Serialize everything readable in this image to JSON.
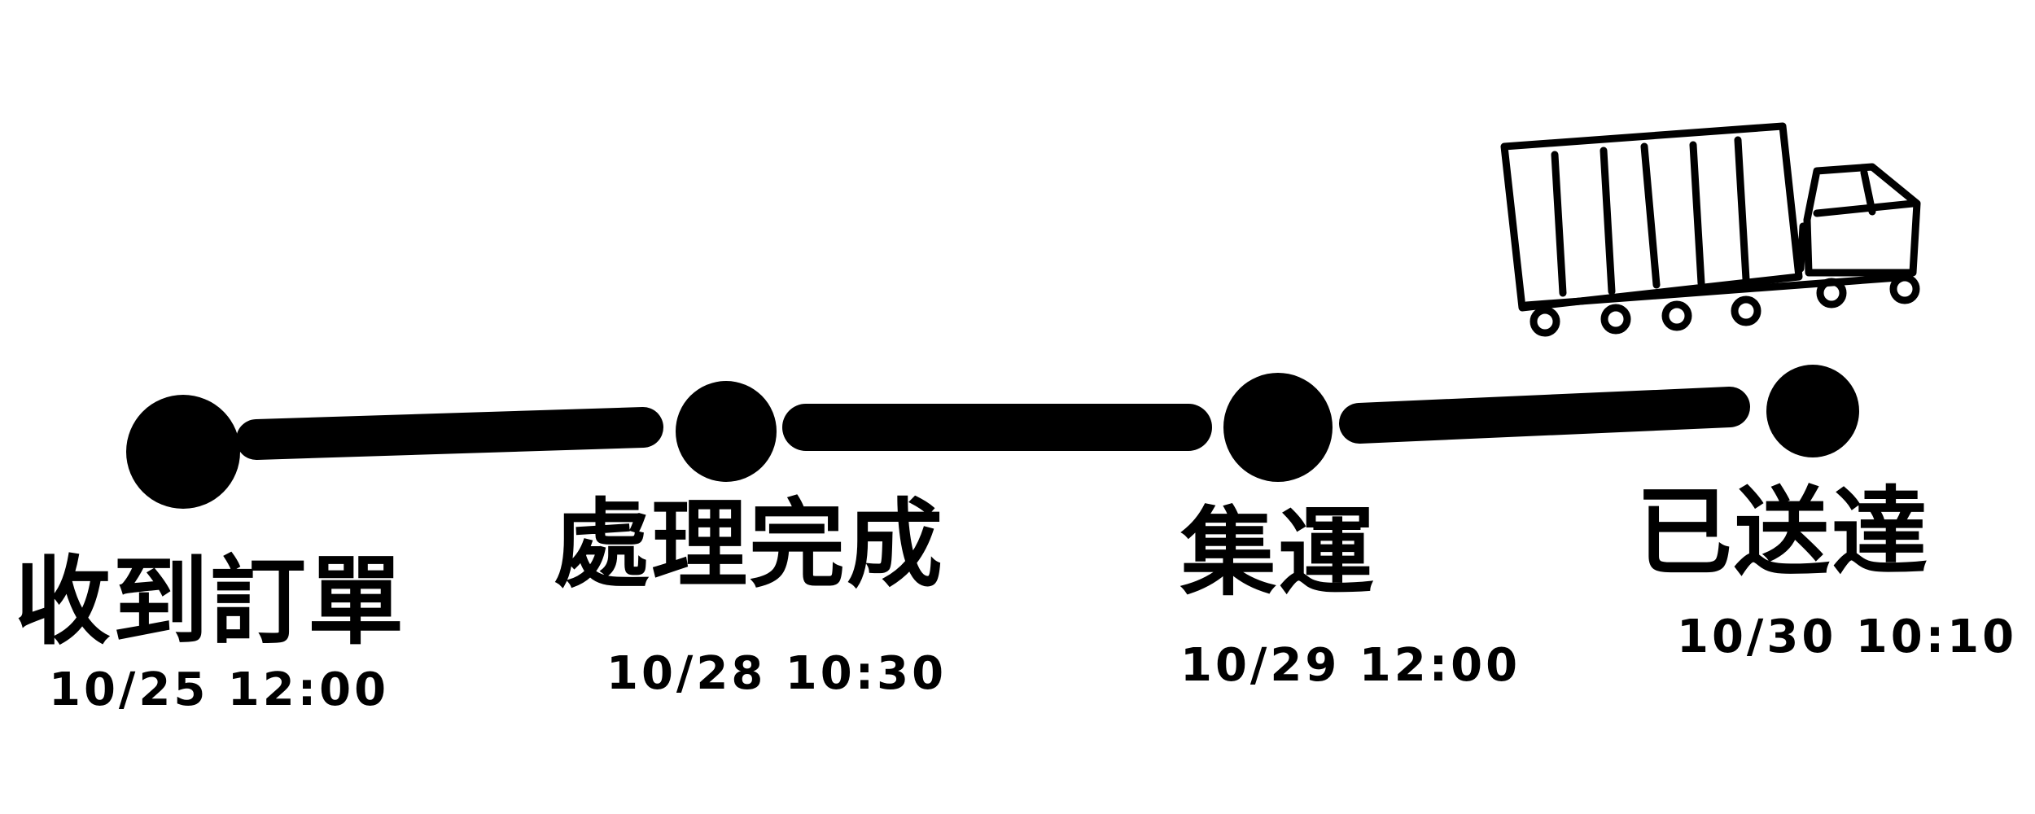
{
  "timeline": {
    "steps": [
      {
        "label": "收到訂單",
        "time": "10/25 12:00"
      },
      {
        "label": "處理完成",
        "time": "10/28 10:30"
      },
      {
        "label": "集運",
        "time": "10/29 12:00"
      },
      {
        "label": "已送達",
        "time": "10/30 10:10"
      }
    ]
  },
  "colors": {
    "ink": "#000000",
    "background": "#ffffff"
  },
  "icons": {
    "vehicle": "truck-icon",
    "milestone": "milestone-dot"
  }
}
